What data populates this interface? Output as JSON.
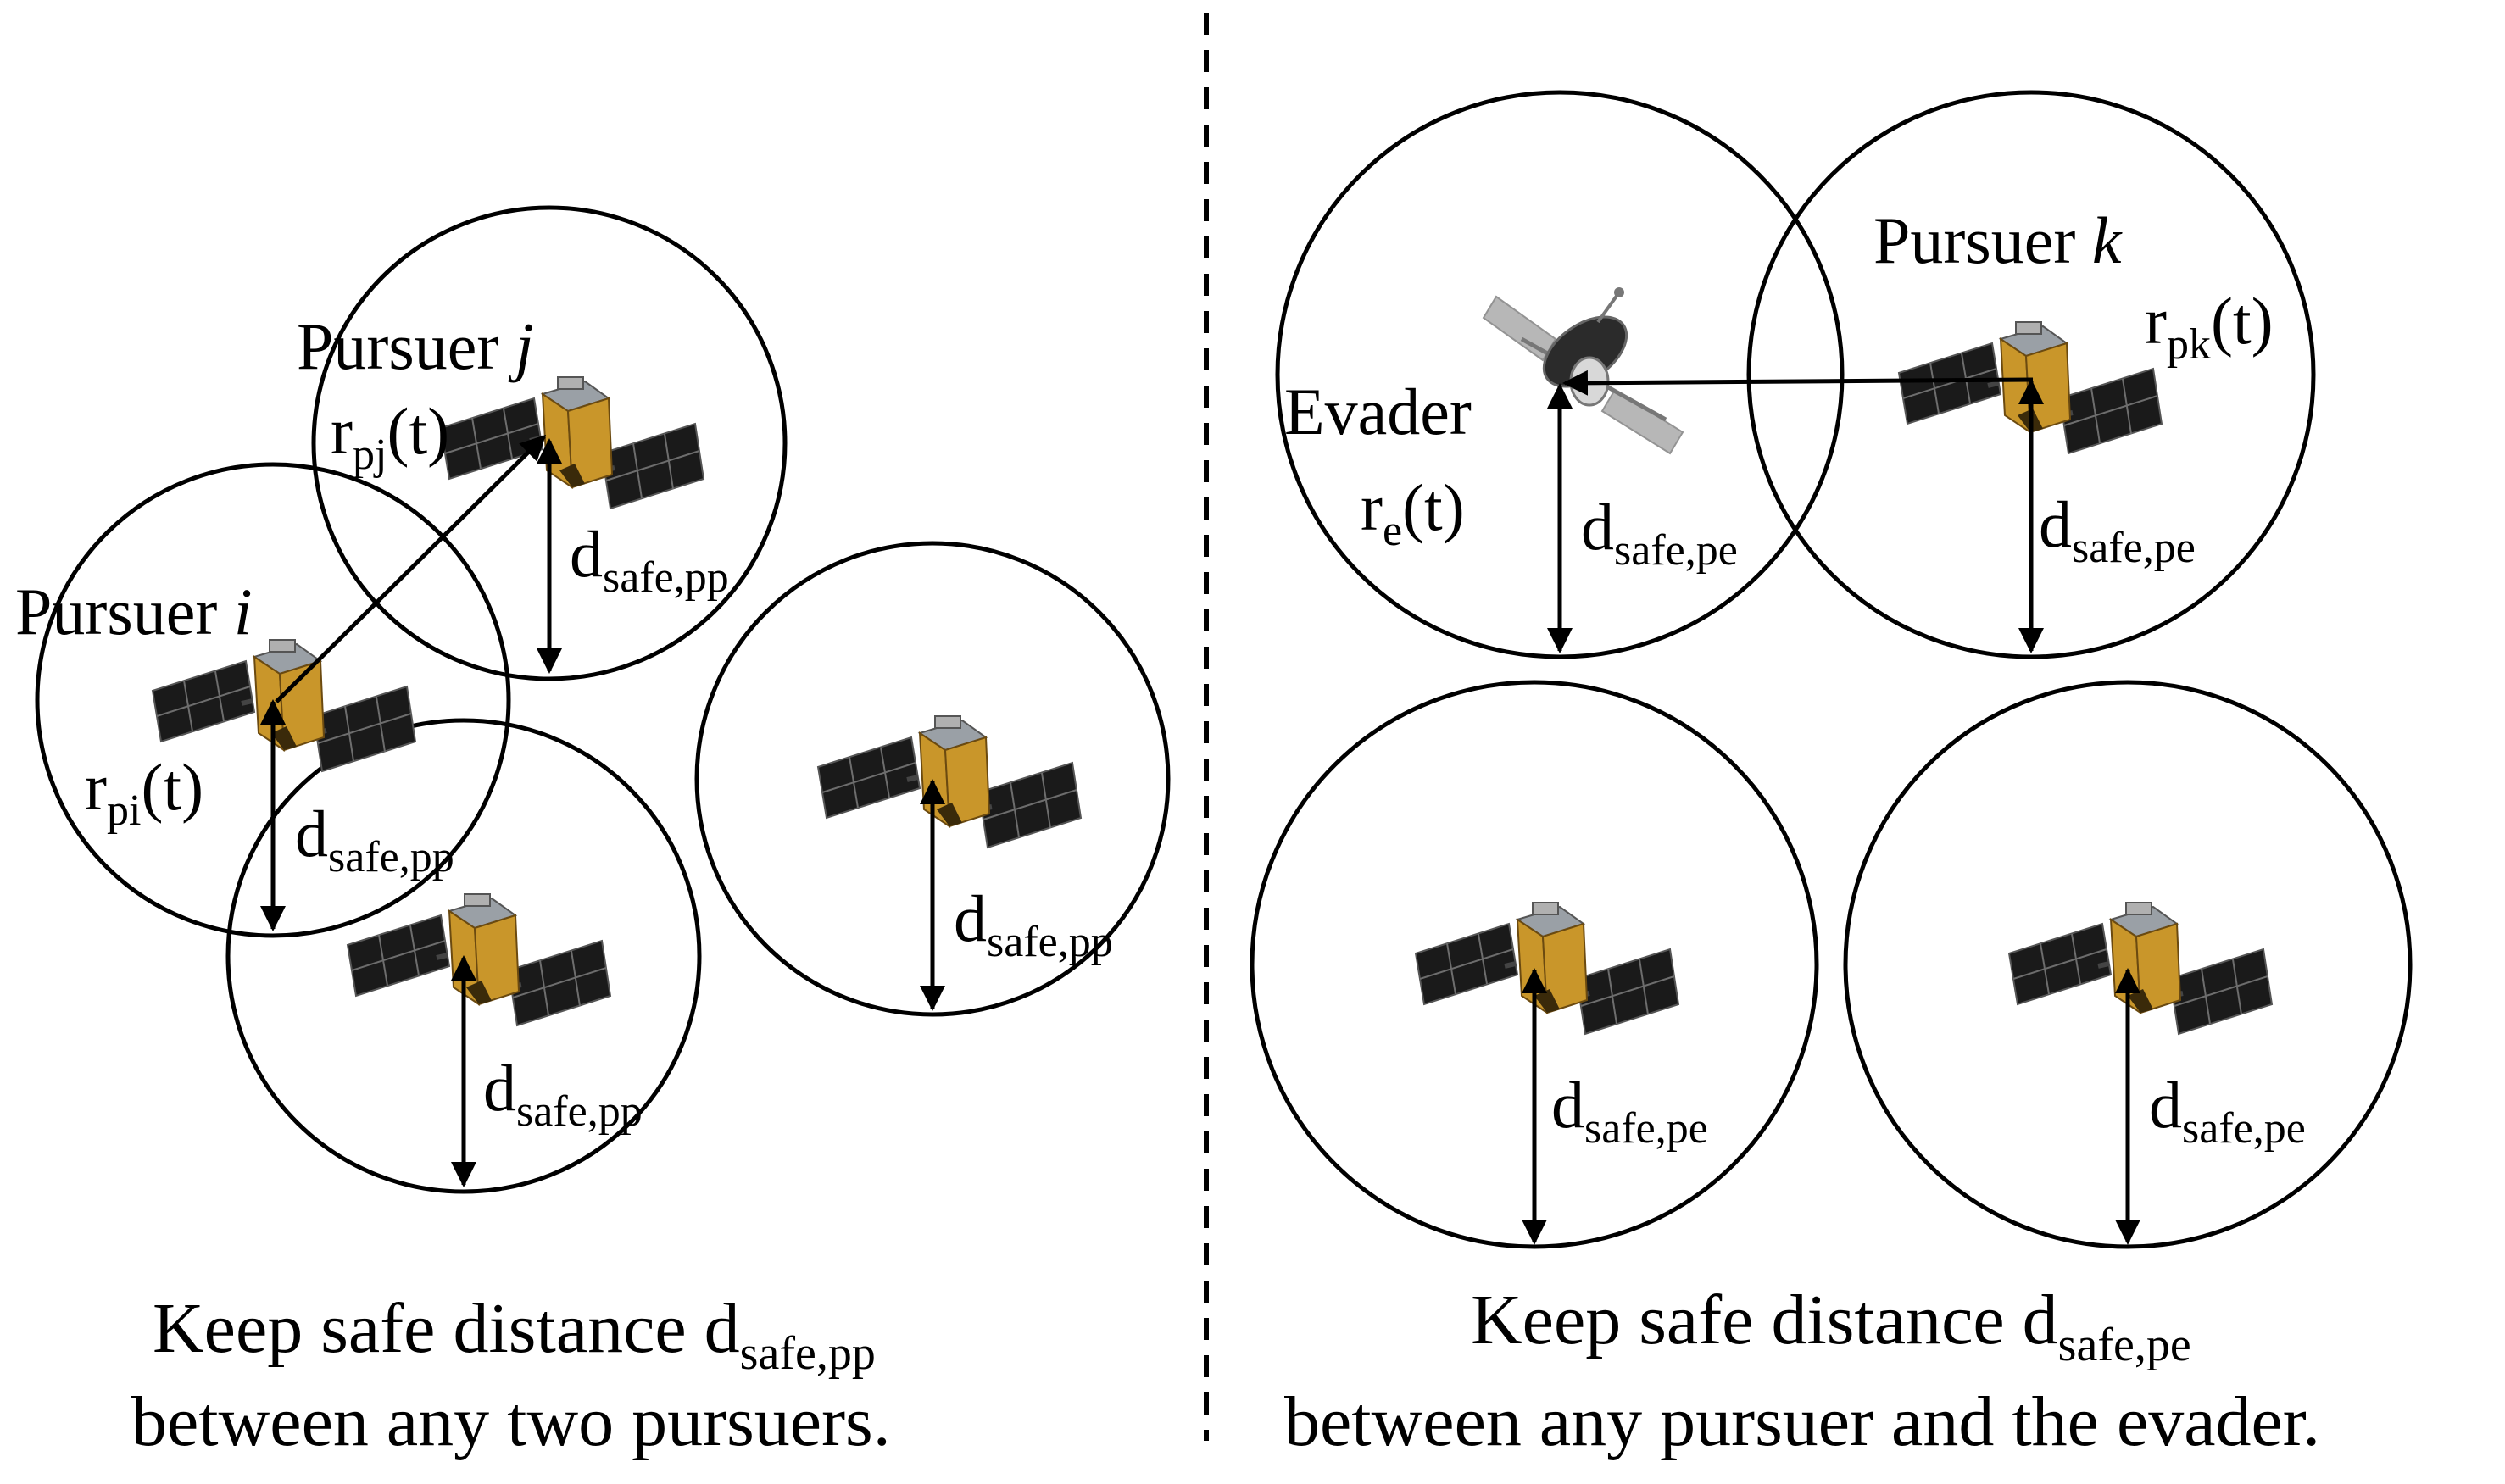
{
  "left": {
    "pursuer_i": {
      "name": "Pursuer ",
      "index": "i",
      "pos_main": "r",
      "pos_sub": "pi",
      "pos_tail": "(t)"
    },
    "pursuer_j": {
      "name": "Pursuer ",
      "index": "j",
      "pos_main": "r",
      "pos_sub": "pj",
      "pos_tail": "(t)"
    },
    "distance": {
      "main": "d",
      "sub": "safe,pp"
    },
    "caption": {
      "line1_main": "Keep safe distance d",
      "line1_sub": "safe,pp",
      "line2": "between any two pursuers."
    }
  },
  "right": {
    "evader": {
      "name": "Evader",
      "pos_main": "r",
      "pos_sub": "e",
      "pos_tail": "(t)"
    },
    "pursuer_k": {
      "name": "Pursuer ",
      "index": "k",
      "pos_main": "r",
      "pos_sub": "pk",
      "pos_tail": "(t)"
    },
    "distance": {
      "main": "d",
      "sub": "safe,pe"
    },
    "caption": {
      "line1_main": "Keep safe distance d",
      "line1_sub": "safe,pe",
      "line2": "between any pursuer and the evader."
    }
  }
}
